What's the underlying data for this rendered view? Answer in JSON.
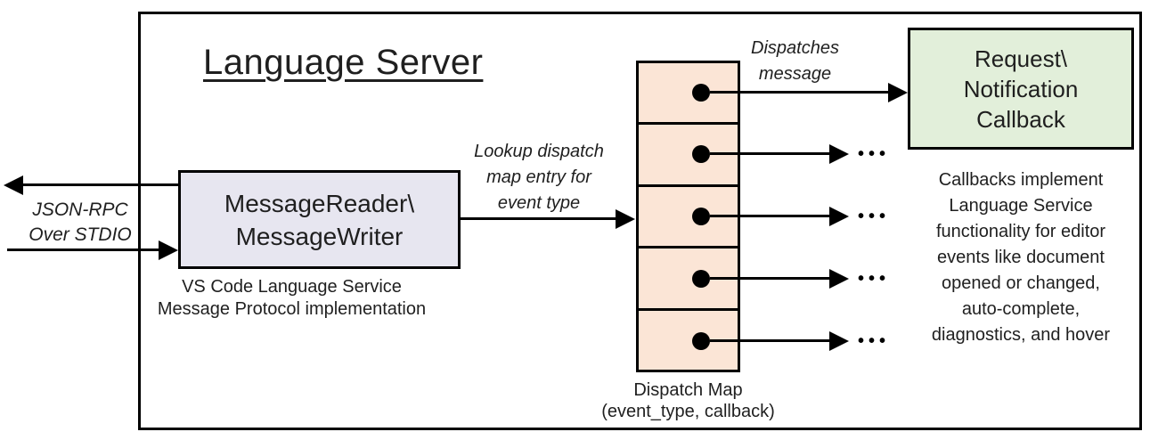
{
  "diagram": {
    "title": "Language Server",
    "message_box": {
      "line1": "MessageReader\\",
      "line2": "MessageWriter"
    },
    "message_box_caption": {
      "line1": "VS Code Language Service",
      "line2": "Message Protocol implementation"
    },
    "stdio_label": {
      "line1": "JSON-RPC",
      "line2": "Over STDIO"
    },
    "lookup_label": {
      "line1": "Lookup dispatch",
      "line2": "map entry for",
      "line3": "event type"
    },
    "dispatches_label": {
      "line1": "Dispatches",
      "line2": "message"
    },
    "callback_box": {
      "line1": "Request\\",
      "line2": "Notification",
      "line3": "Callback"
    },
    "callback_note": [
      "Callbacks implement",
      "Language Service",
      "functionality for editor",
      "events like document",
      "opened or changed,",
      "auto-complete,",
      "diagnostics, and hover"
    ],
    "dispatch_map_label": {
      "line1": "Dispatch Map",
      "line2": "(event_type, callback)"
    },
    "ellipsis": "•••",
    "colors": {
      "message_box_fill": "#e7e6f0",
      "dispatch_cell_fill": "#fbe5d6",
      "callback_box_fill": "#e2efda",
      "line_color": "#000000",
      "text_color": "#1f1f1f"
    }
  }
}
